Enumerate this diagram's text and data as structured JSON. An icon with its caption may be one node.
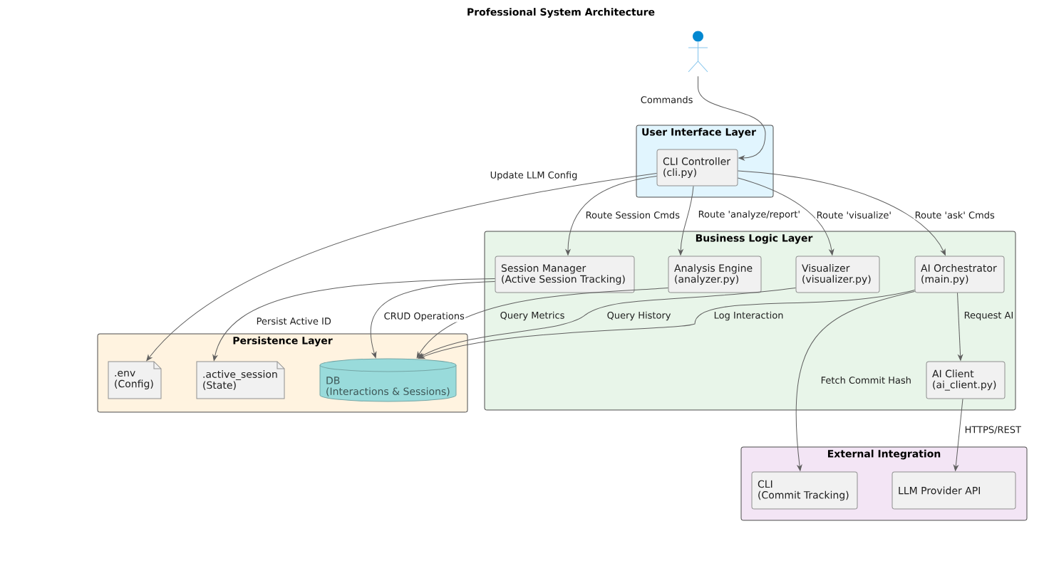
{
  "diagram": {
    "title": "Professional System Architecture",
    "nodes": [
      {
        "text": [],
        "shape": "person"
      },
      {
        "text": [
          "User Interface Layer"
        ]
      },
      {
        "text": [
          "CLI Controller (cli.py)"
        ],
        "in": 1
      },
      {
        "text": [
          "Business Logic Layer"
        ]
      },
      {
        "text": [
          "Session Manager (Active Session Tracking)"
        ],
        "in": 3
      },
      {
        "text": [
          "Analysis Engine (analyzer.py)"
        ],
        "in": 3
      },
      {
        "text": [
          "Visualizer (visualizer.py)"
        ],
        "in": 3
      },
      {
        "text": [
          "AI Orchestrator (main.py)"
        ],
        "in": 3
      },
      {
        "text": [
          "AI Client (ai_client.py)"
        ],
        "in": 3
      },
      {
        "text": [
          "Persistence Layer"
        ]
      },
      {
        "text": [
          ".env (Config)"
        ],
        "in": 9
      },
      {
        "text": [
          ".active_session (State)"
        ],
        "in": 9
      },
      {
        "text": [
          "DB (Interactions & Sessions)"
        ],
        "in": 9
      },
      {
        "text": [
          "External Integration"
        ]
      },
      {
        "text": [
          "CLI (Commit Tracking)"
        ],
        "in": 13
      },
      {
        "text": [
          "LLM Provider API"
        ],
        "in": 13
      }
    ],
    "edges": [
      {
        "from": 0,
        "to": 2,
        "arrow": "to",
        "label": "Commands"
      },
      {
        "from": 2,
        "to": 10,
        "arrow": "to",
        "label": "Update LLM Config"
      },
      {
        "from": 2,
        "to": 4,
        "arrow": "to",
        "label": "Route Session Cmds"
      },
      {
        "from": 2,
        "to": 5,
        "arrow": "to",
        "label": "Route 'analyze/report'"
      },
      {
        "from": 2,
        "to": 6,
        "arrow": "to",
        "label": "Route 'visualize'"
      },
      {
        "from": 2,
        "to": 7,
        "arrow": "to",
        "label": "Route 'ask' Cmds"
      },
      {
        "from": 4,
        "to": 11,
        "arrow": "to",
        "label": "Persist Active ID"
      },
      {
        "from": 4,
        "to": 12,
        "arrow": "to",
        "label": "CRUD Operations"
      },
      {
        "from": 5,
        "to": 12,
        "arrow": "to",
        "label": "Query Metrics"
      },
      {
        "from": 6,
        "to": 12,
        "arrow": "to",
        "label": "Query History"
      },
      {
        "from": 7,
        "to": 12,
        "arrow": "to",
        "label": "Log Interaction"
      },
      {
        "from": 7,
        "to": 8,
        "arrow": "to",
        "label": "Request AI"
      },
      {
        "from": 7,
        "to": 14,
        "arrow": "to",
        "label": "Fetch Commit Hash"
      },
      {
        "from": 8,
        "to": 15,
        "arrow": "to",
        "label": "HTTPS/REST"
      }
    ]
  }
}
